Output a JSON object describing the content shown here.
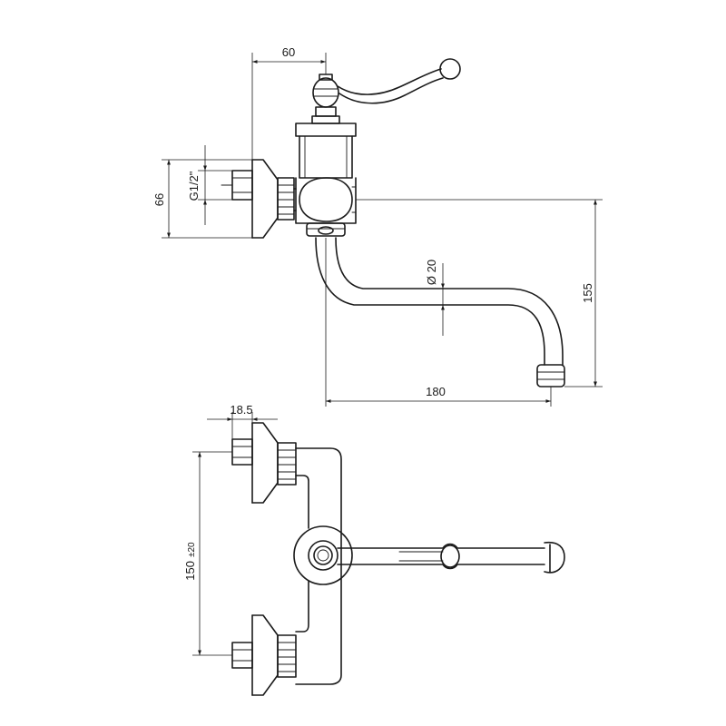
{
  "drawing": {
    "dimensions": {
      "top_width": "60",
      "inlet_height": "66",
      "thread": "G1/2\"",
      "spout_diameter": "Ø 20",
      "spout_height": "155",
      "spout_reach": "180",
      "inlet_offset": "18.5",
      "inlet_spacing": "150",
      "inlet_spacing_tolerance": "±20"
    },
    "line_color": "#1a1a1a",
    "background": "#ffffff"
  }
}
